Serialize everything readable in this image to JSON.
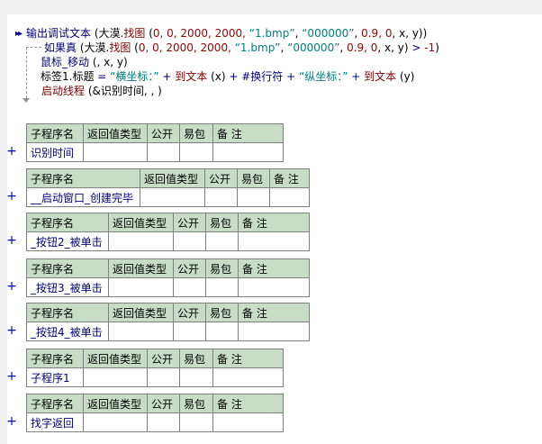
{
  "colors": {
    "keyword": "#000080",
    "function_call": "#800000",
    "number": "#990000",
    "string": "#008080",
    "plain": "#000000",
    "table_header_bg": "#c8dcc8",
    "table_value": "#000080",
    "plus_marker": "#0000cc"
  },
  "code": {
    "statement_icon": "▸▸",
    "lines": [
      {
        "tokens": [
          {
            "t": "输出调试文本",
            "c": "kw"
          },
          {
            "t": " (大漠.",
            "c": "pl"
          },
          {
            "t": "找图",
            "c": "fn"
          },
          {
            "t": " (",
            "c": "pl"
          },
          {
            "t": "0, 0, 2000, 2000, ",
            "c": "num"
          },
          {
            "t": "“1.bmp”",
            "c": "str"
          },
          {
            "t": ", ",
            "c": "pl"
          },
          {
            "t": "“000000”",
            "c": "str"
          },
          {
            "t": ", ",
            "c": "pl"
          },
          {
            "t": "0.9, 0",
            "c": "num"
          },
          {
            "t": ", x, y))",
            "c": "pl"
          }
        ]
      },
      {
        "tokens": [
          {
            "t": "如果真",
            "c": "kw"
          },
          {
            "t": " (大漠.",
            "c": "pl"
          },
          {
            "t": "找图",
            "c": "fn"
          },
          {
            "t": " (",
            "c": "pl"
          },
          {
            "t": "0, 0, 2000, 2000, ",
            "c": "num"
          },
          {
            "t": "“1.bmp”",
            "c": "str"
          },
          {
            "t": ", ",
            "c": "pl"
          },
          {
            "t": "“000000”",
            "c": "str"
          },
          {
            "t": ", ",
            "c": "pl"
          },
          {
            "t": "0.9, 0",
            "c": "num"
          },
          {
            "t": ", x, y) ",
            "c": "pl"
          },
          {
            "t": "> ",
            "c": "kw"
          },
          {
            "t": "-1",
            "c": "num"
          },
          {
            "t": ")",
            "c": "pl"
          }
        ]
      },
      {
        "tokens": [
          {
            "t": "鼠标_移动",
            "c": "kw"
          },
          {
            "t": " (, x, y)",
            "c": "pl"
          }
        ]
      },
      {
        "tokens": [
          {
            "t": "标签1.标题 ",
            "c": "pl"
          },
          {
            "t": "= ",
            "c": "kw"
          },
          {
            "t": "“横坐标：”",
            "c": "str"
          },
          {
            "t": " + ",
            "c": "kw"
          },
          {
            "t": "到文本",
            "c": "fn"
          },
          {
            "t": " (x)",
            "c": "pl"
          },
          {
            "t": " + ",
            "c": "kw"
          },
          {
            "t": "#换行符",
            "c": "kw"
          },
          {
            "t": " + ",
            "c": "kw"
          },
          {
            "t": "“纵坐标：”",
            "c": "str"
          },
          {
            "t": " + ",
            "c": "kw"
          },
          {
            "t": "到文本",
            "c": "fn"
          },
          {
            "t": " (y)",
            "c": "pl"
          }
        ]
      },
      {
        "tokens": [
          {
            "t": "启动线程",
            "c": "fn"
          },
          {
            "t": " (&识别时间, , )",
            "c": "pl"
          }
        ]
      }
    ]
  },
  "table_headers": [
    "子程序名",
    "返回值类型",
    "公开",
    "易包",
    "备 注"
  ],
  "plus_label": "+",
  "tables": [
    {
      "name": "识别时间",
      "empty": [
        "",
        "",
        "",
        ""
      ]
    },
    {
      "name": "__启动窗口_创建完毕",
      "empty": [
        "",
        "",
        "",
        ""
      ]
    },
    {
      "name": "_按钮2_被单击",
      "empty": [
        "",
        "",
        "",
        ""
      ]
    },
    {
      "name": "_按钮3_被单击",
      "empty": [
        "",
        "",
        "",
        ""
      ]
    },
    {
      "name": "_按钮4_被单击",
      "empty": [
        "",
        "",
        "",
        ""
      ]
    },
    {
      "name": "子程序1",
      "empty": [
        "",
        "",
        "",
        ""
      ]
    },
    {
      "name": "找字返回",
      "empty": [
        "",
        "",
        "",
        ""
      ]
    }
  ]
}
